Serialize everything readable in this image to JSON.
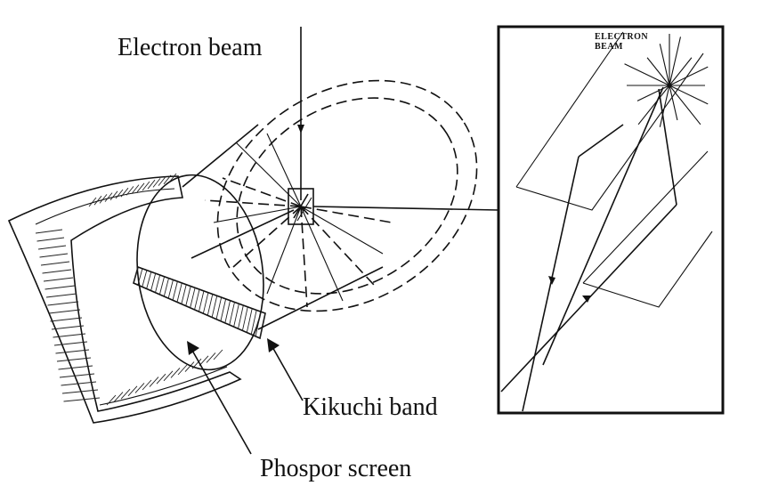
{
  "labels": {
    "electron_beam": "Electron beam",
    "inset_beam_line1": "ELECTRON",
    "inset_beam_line2": "BEAM",
    "kikuchi_band": "Kikuchi band",
    "phosphor_screen": "Phospor screen"
  },
  "colors": {
    "ink": "#111111",
    "background": "#ffffff"
  }
}
